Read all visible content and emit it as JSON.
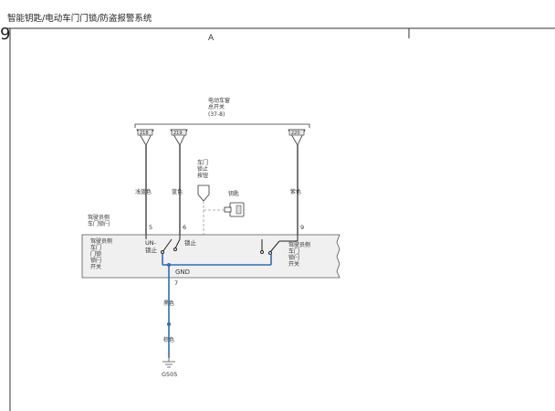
{
  "header": {
    "title": "智能钥匙/电动车门门锁/防盗报警系统",
    "page_number": "9"
  },
  "grid": {
    "column_label": "A"
  },
  "colors": {
    "wire_blue": "#2f6db5",
    "wire_black": "#222222",
    "box_fill": "#f0f0f0",
    "dashed": "#999999"
  },
  "master_switch": {
    "line1": "电动车窗",
    "line2": "总开关",
    "line3": "(37-8)"
  },
  "connectors": {
    "c218": "218",
    "c219": "219",
    "c220": "220"
  },
  "wires": {
    "light_blue": "浅蓝色",
    "blue": "蓝色",
    "purple": "紫色",
    "black": "黑色",
    "brown": "棕色"
  },
  "lock_button": {
    "line1": "车门",
    "line2": "锁止",
    "line3": "按钮"
  },
  "key": {
    "label": "钥匙"
  },
  "driver_switch_top": {
    "line1": "驾驶员侧",
    "line2": "车门锁闩"
  },
  "pins": {
    "p5": "5",
    "p6": "6",
    "p9": "9",
    "p7": "7"
  },
  "left_switch": {
    "line1": "驾驶员侧",
    "line2": "车门",
    "line3": "门锁",
    "line4": "锁闩",
    "line5": "开关"
  },
  "switch_states": {
    "unlock1": "UN-",
    "unlock2": "锁止",
    "lock": "锁止"
  },
  "right_switch": {
    "line1": "驾驶员侧",
    "line2": "车门",
    "line3": "锁闩",
    "line4": "开关"
  },
  "gnd": {
    "label": "GND"
  },
  "ground": {
    "label": "G505"
  }
}
